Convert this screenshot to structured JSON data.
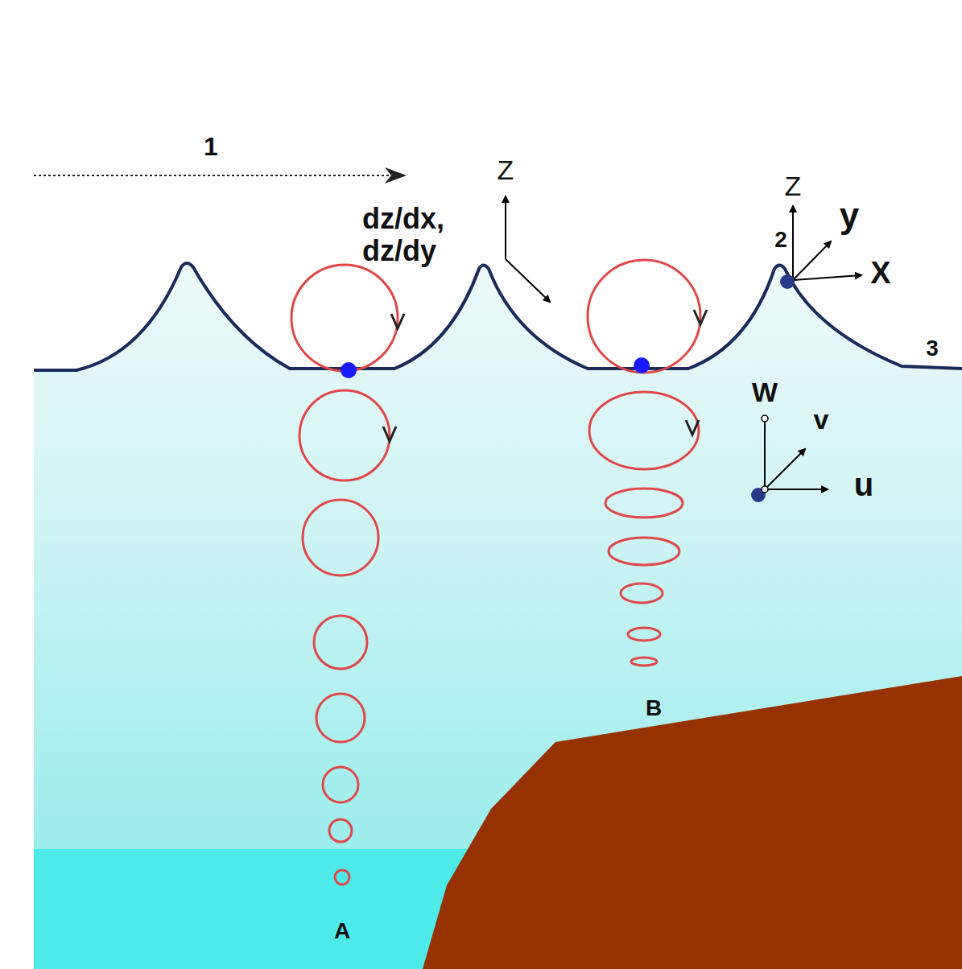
{
  "diagram": {
    "labels": [
      "1",
      "Z",
      "dz/dx, dz/dy",
      "Z",
      "y",
      "2",
      "X",
      "3",
      "W",
      "v",
      "u",
      "B",
      "A"
    ]
  }
}
